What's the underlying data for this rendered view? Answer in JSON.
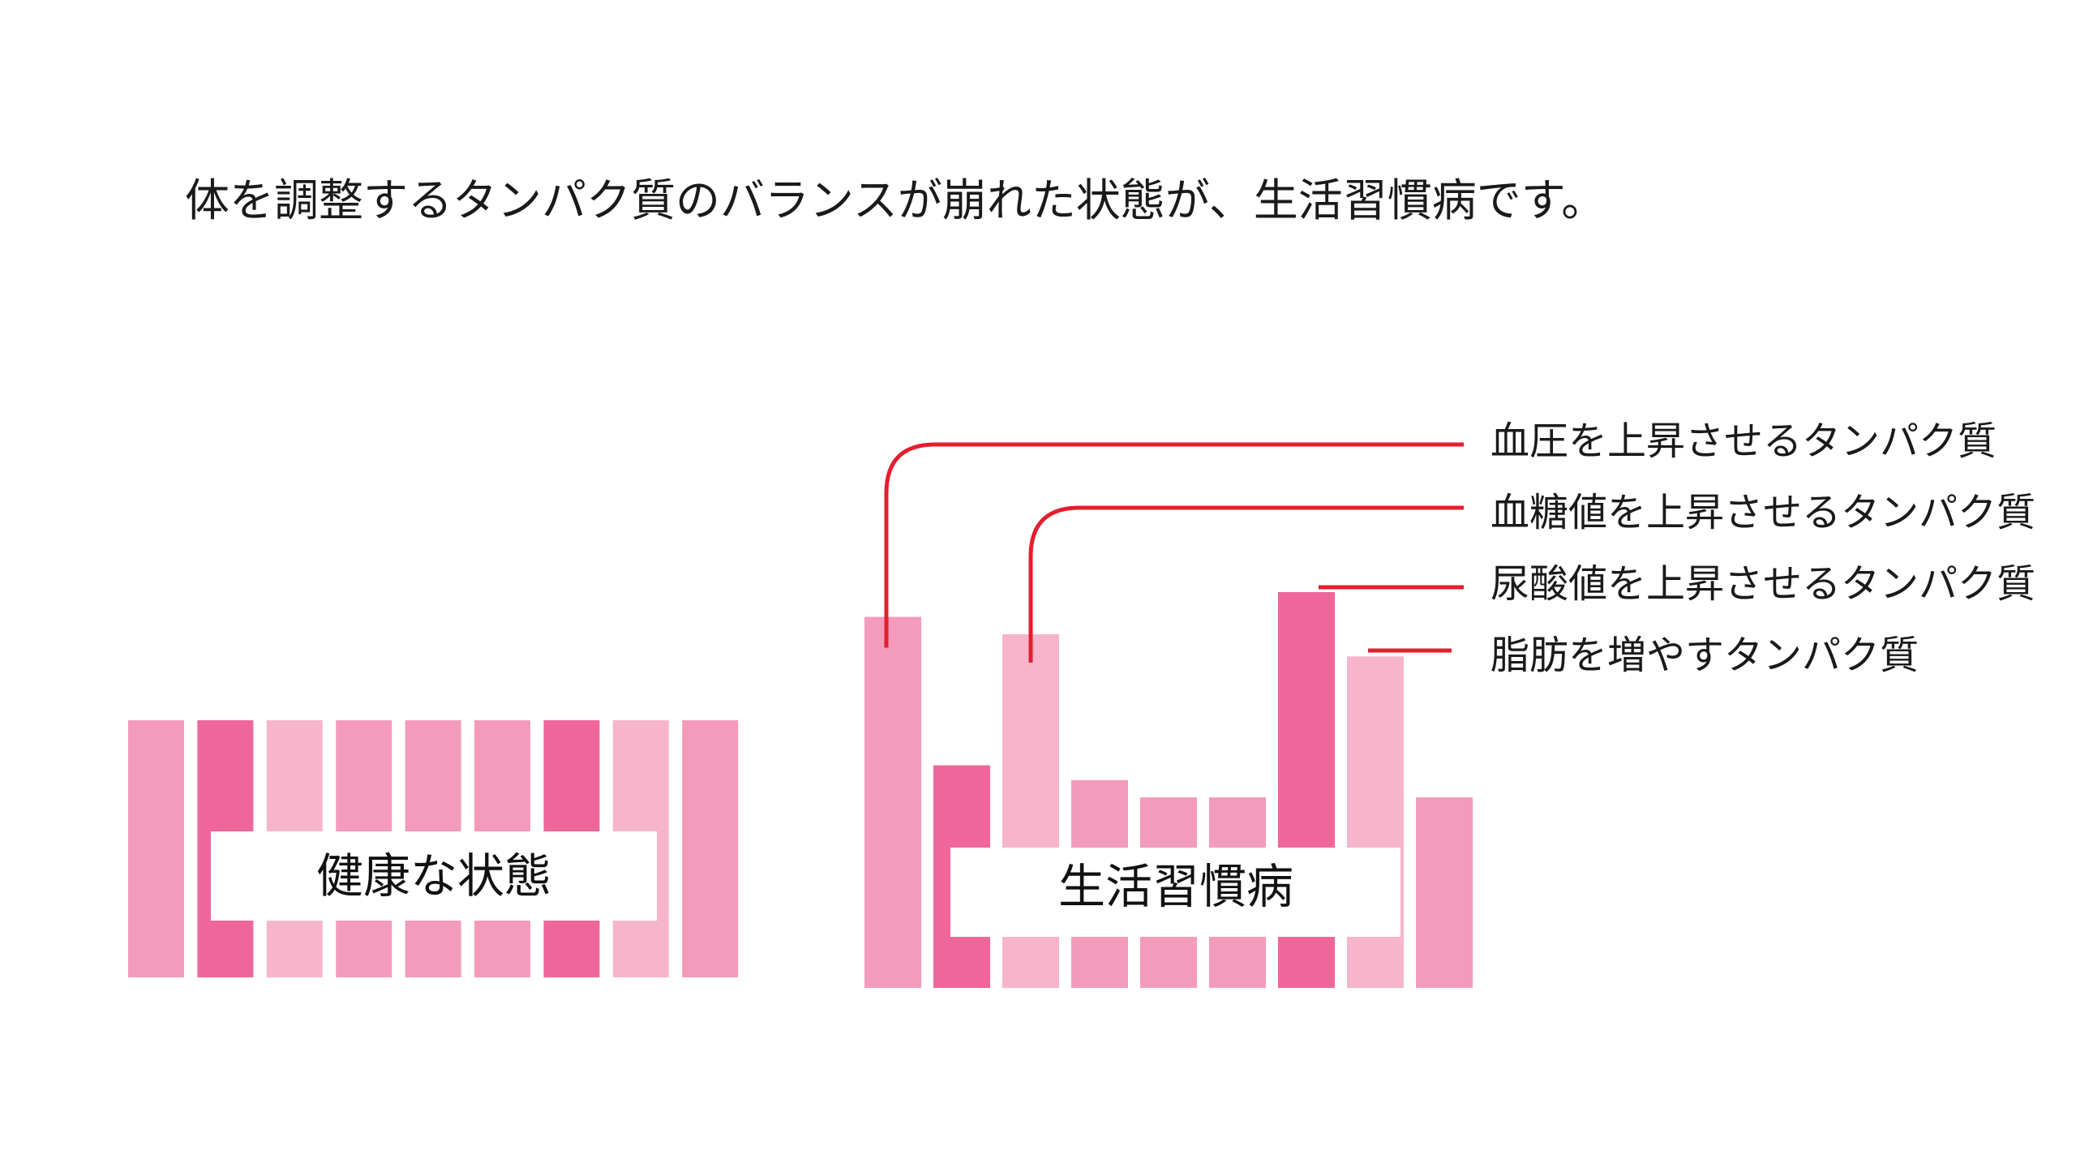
{
  "heading": "体を調整するタンパク質のバランスが崩れた状態が、生活習慣病です。",
  "colors": {
    "pink_dark": "#EF679A",
    "pink_mid": "#F49BBC",
    "pink_light": "#F7B5CB",
    "callout_line": "#E31E2D",
    "text": "#1a1a1a",
    "background": "#ffffff"
  },
  "groups": [
    {
      "label": "健康な状態",
      "bars": [
        {
          "tone": "pink_mid",
          "level": 1.0
        },
        {
          "tone": "pink_dark",
          "level": 1.0
        },
        {
          "tone": "pink_light",
          "level": 1.0
        },
        {
          "tone": "pink_mid",
          "level": 1.0
        },
        {
          "tone": "pink_mid",
          "level": 1.0
        },
        {
          "tone": "pink_mid",
          "level": 1.0
        },
        {
          "tone": "pink_dark",
          "level": 1.0
        },
        {
          "tone": "pink_light",
          "level": 1.0
        },
        {
          "tone": "pink_mid",
          "level": 1.0
        }
      ]
    },
    {
      "label": "生活習慣病",
      "bars": [
        {
          "tone": "pink_mid",
          "level": 1.5
        },
        {
          "tone": "pink_dark",
          "level": 0.9
        },
        {
          "tone": "pink_light",
          "level": 1.43
        },
        {
          "tone": "pink_mid",
          "level": 0.84
        },
        {
          "tone": "pink_mid",
          "level": 0.77
        },
        {
          "tone": "pink_mid",
          "level": 0.77
        },
        {
          "tone": "pink_dark",
          "level": 1.6
        },
        {
          "tone": "pink_light",
          "level": 1.34
        },
        {
          "tone": "pink_mid",
          "level": 0.77
        }
      ]
    }
  ],
  "callouts": [
    {
      "text": "血圧を上昇させるタンパク質",
      "bar": 0
    },
    {
      "text": "血糖値を上昇させるタンパク質",
      "bar": 2
    },
    {
      "text": "尿酸値を上昇させるタンパク質",
      "bar": 6
    },
    {
      "text": "脂肪を増やすタンパク質",
      "bar": 7
    }
  ]
}
